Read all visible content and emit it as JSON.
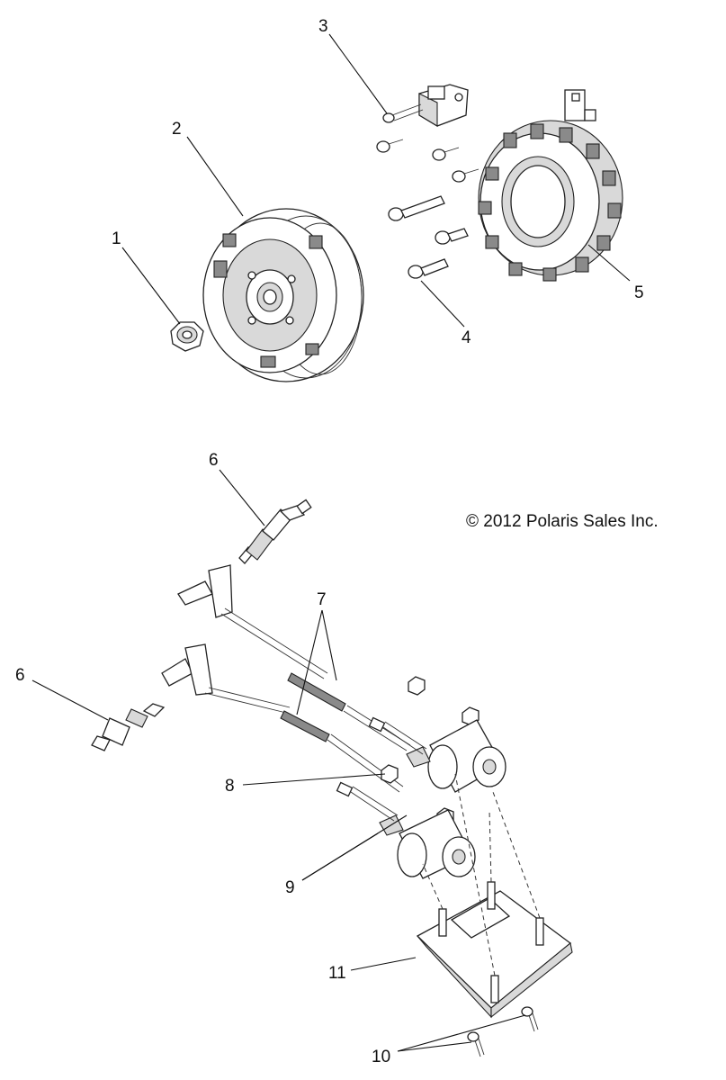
{
  "copyright": "© 2012 Polaris Sales Inc.",
  "callouts": {
    "c1": "1",
    "c2": "2",
    "c3": "3",
    "c4": "4",
    "c5": "5",
    "c6a": "6",
    "c6b": "6",
    "c7": "7",
    "c8": "8",
    "c9": "9",
    "c10": "10",
    "c11": "11"
  },
  "colors": {
    "line": "#111111",
    "shade": "#d9d9d9"
  }
}
